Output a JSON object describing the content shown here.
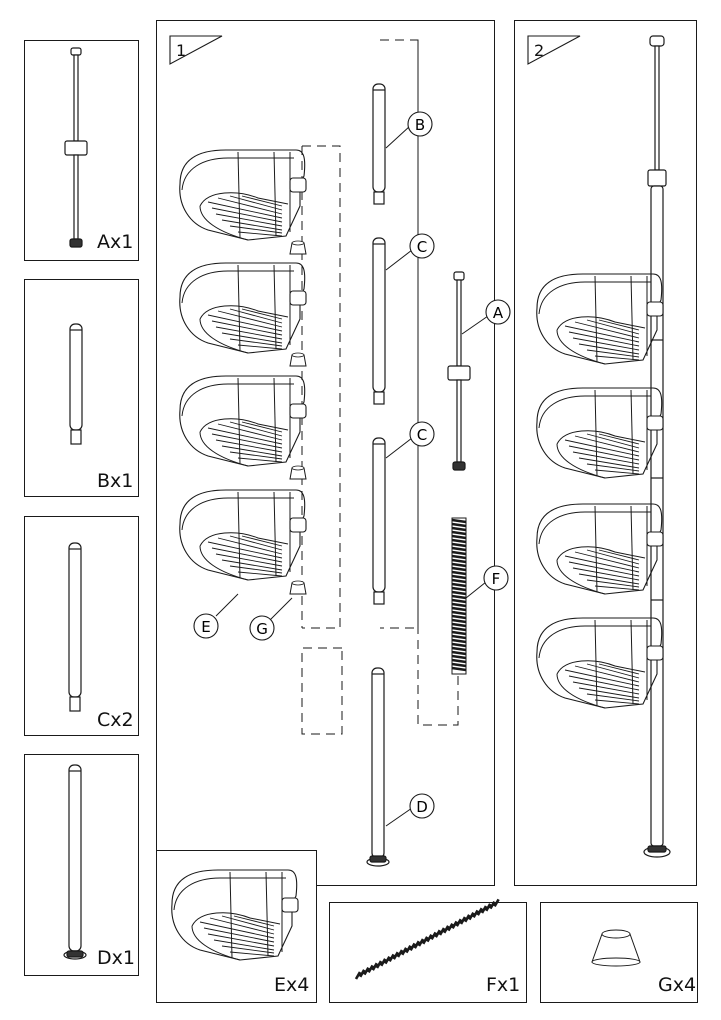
{
  "parts": [
    {
      "id": "A",
      "label": "Ax1"
    },
    {
      "id": "B",
      "label": "Bx1"
    },
    {
      "id": "C",
      "label": "Cx2"
    },
    {
      "id": "D",
      "label": "Dx1"
    },
    {
      "id": "E",
      "label": "Ex4"
    },
    {
      "id": "F",
      "label": "Fx1"
    },
    {
      "id": "G",
      "label": "Gx4"
    }
  ],
  "steps": [
    {
      "number": "1"
    },
    {
      "number": "2"
    }
  ],
  "callouts": {
    "b": "B",
    "c1": "C",
    "c2": "C",
    "a": "A",
    "f": "F",
    "d": "D",
    "e": "E",
    "g": "G"
  },
  "colors": {
    "line": "#1a1a1a",
    "background": "#ffffff"
  }
}
